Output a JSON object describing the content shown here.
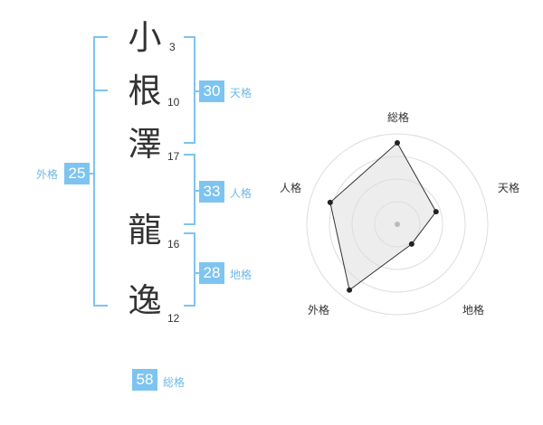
{
  "name": {
    "chars": [
      {
        "char": "小",
        "strokes": "3"
      },
      {
        "char": "根",
        "strokes": "10"
      },
      {
        "char": "澤",
        "strokes": "17"
      },
      {
        "char": "龍",
        "strokes": "16"
      },
      {
        "char": "逸",
        "strokes": "12"
      }
    ]
  },
  "kakusu": {
    "tenkaku": {
      "value": "30",
      "label": "天格"
    },
    "jinkaku": {
      "value": "33",
      "label": "人格"
    },
    "chikaku": {
      "value": "28",
      "label": "地格"
    },
    "gaikaku": {
      "value": "25",
      "label": "外格"
    },
    "soukaku": {
      "value": "58",
      "label": "総格"
    }
  },
  "radar": {
    "labels": {
      "top": "総格",
      "right": "天格",
      "bottom_right": "地格",
      "bottom_left": "外格",
      "left": "人格"
    },
    "values": {
      "soukaku": 0.9,
      "tenkaku": 0.45,
      "chikaku": 0.27,
      "gaikaku": 0.9,
      "jinkaku": 0.78
    },
    "rings": 4
  },
  "colors": {
    "accent": "#7ec4f0",
    "bracket": "#7ec4f0",
    "text": "#333333"
  }
}
